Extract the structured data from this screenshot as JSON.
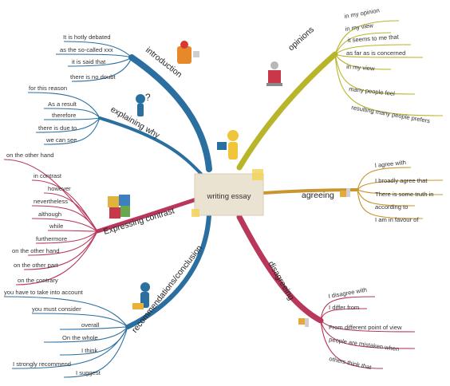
{
  "center": {
    "label": "writing essay"
  },
  "branches": {
    "introduction": {
      "label": "introduction",
      "color": "#2a6fa0",
      "icon": "figure-on-ladder-icon",
      "items": [
        "It is hotly debated",
        "as the so-called xxx",
        "it is said that",
        "there is no doubt"
      ]
    },
    "explaining_why": {
      "label": "explaining why",
      "color": "#2a6fa0",
      "icon": "question-mark-figure-icon",
      "items": [
        "for this reason",
        "As a result",
        "therefore",
        "there is due to",
        "we can see"
      ]
    },
    "expressing_contrast": {
      "label": "Expressing contrast",
      "color": "#b8375a",
      "icon": "jigsaw-pieces-icon",
      "items": [
        "on the other hand",
        "in contrast",
        "however",
        "nevertheless",
        "although",
        "while",
        "furthermore",
        "on the other hand",
        "on the other part",
        "on the contrary"
      ]
    },
    "recommendations": {
      "label": "recommendations/conclusion",
      "color": "#2a6fa0",
      "icon": "presenter-figure-icon",
      "items": [
        "you have to take into account",
        "you must consider",
        "overall",
        "On the whole",
        "I think",
        "I strongly recommend",
        "I suggest"
      ]
    },
    "opinions": {
      "label": "opinions",
      "color": "#b9b52a",
      "icon": "speaker-at-podium-icon",
      "items": [
        "in my opinion",
        "in my view",
        "it seems to me that",
        "as far as is concerned",
        "in my view",
        "many people feel",
        "resulting many people prefers"
      ]
    },
    "agreeing": {
      "label": "agreeing",
      "color": "#c9952e",
      "icon": "thumbs-up-icon",
      "items": [
        "I agree with",
        "I broadly agree that",
        "There is some truth in",
        "according to",
        "I am in favour of"
      ]
    },
    "disagreeing": {
      "label": "disagreeing",
      "color": "#b8375a",
      "icon": "thumbs-down-icon",
      "items": [
        "I disagree with",
        "I differ from",
        "From different point of view",
        "people are mistaken when",
        "others think that"
      ]
    }
  }
}
